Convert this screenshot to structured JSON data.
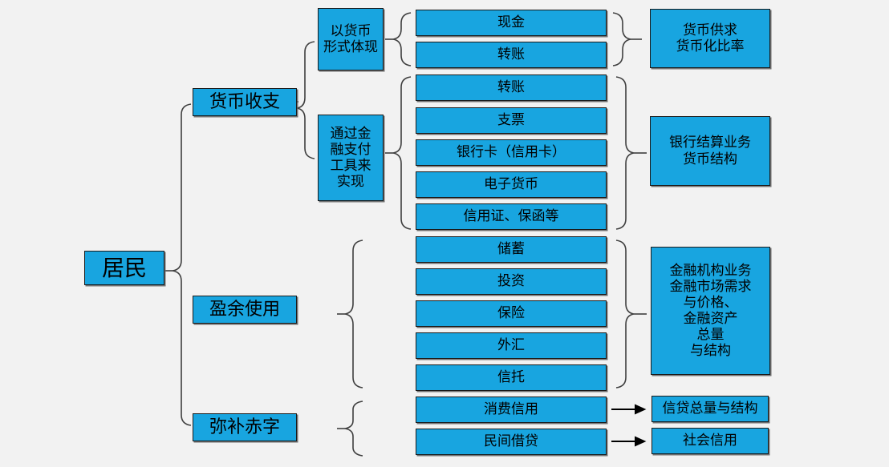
{
  "diagram": {
    "title_root": "居民",
    "background_color": "#f2f2f2",
    "box_fill_color": "#18a5e0",
    "box_border_color": "#1a1a1a",
    "level1": [
      {
        "label": "货币收支"
      },
      {
        "label": "盈余使用"
      },
      {
        "label": "弥补赤字"
      }
    ],
    "level2": [
      {
        "label": "以货币\n形式体现"
      },
      {
        "label": "通过金\n融支付\n工具来\n实现"
      }
    ],
    "items": [
      {
        "label": "现金"
      },
      {
        "label": "转账"
      },
      {
        "label": "转账"
      },
      {
        "label": "支票"
      },
      {
        "label": "银行卡（信用卡）"
      },
      {
        "label": "电子货币"
      },
      {
        "label": "信用证、保函等"
      },
      {
        "label": "储蓄"
      },
      {
        "label": "投资"
      },
      {
        "label": "保险"
      },
      {
        "label": "外汇"
      },
      {
        "label": "信托"
      },
      {
        "label": "消费信用"
      },
      {
        "label": "民间借贷"
      }
    ],
    "results": [
      {
        "label": "货币供求\n货币化比率"
      },
      {
        "label": "银行结算业务\n货币结构"
      },
      {
        "label": "金融机构业务\n金融市场需求\n与价格、\n金融资产\n总量\n与结构"
      },
      {
        "label": "信贷总量与结构"
      },
      {
        "label": "社会信用"
      }
    ]
  }
}
